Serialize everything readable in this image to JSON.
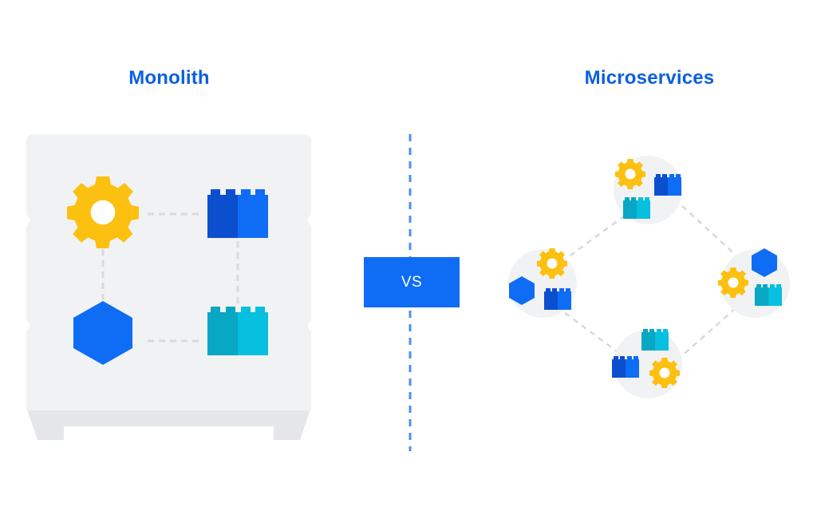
{
  "monolith": {
    "title": "Monolith"
  },
  "microservices": {
    "title": "Microservices"
  },
  "comparison": {
    "label": "VS"
  },
  "colors": {
    "title_blue": "#0b5fe0",
    "vs_box": "#0f6cf5",
    "gear_yellow": "#fcc010",
    "hexagon_blue": "#0f6cf5",
    "brick_dark_blue": "#0b4fcf",
    "brick_blue": "#0f6cf5",
    "brick_teal": "#08a7c4",
    "brick_cyan": "#07bfdf",
    "panel_gray": "#f1f2f4",
    "divider_dashes": "#4c8ff0",
    "connector_gray": "#d7d9dd"
  },
  "icons": [
    "gear-icon",
    "brick-icon",
    "hexagon-icon"
  ]
}
